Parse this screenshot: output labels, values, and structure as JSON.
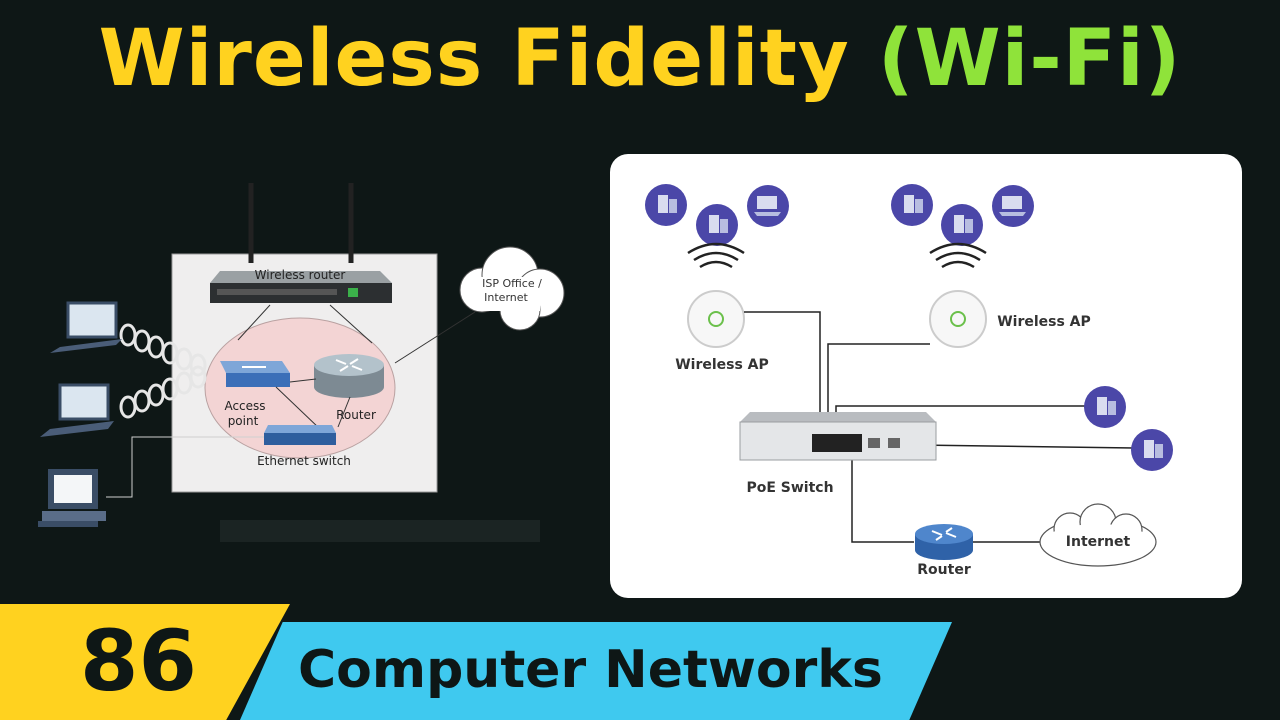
{
  "title": {
    "main": "Wireless Fidelity",
    "abbr": "(Wi-Fi)"
  },
  "left_diagram": {
    "router_label": "Wireless router",
    "cloud_label_line1": "ISP Office /",
    "cloud_label_line2": "Internet",
    "access_point_line1": "Access",
    "access_point_line2": "point",
    "inner_router_label": "Router",
    "switch_label": "Ethernet switch"
  },
  "right_diagram": {
    "ap_left_label": "Wireless AP",
    "ap_right_label": "Wireless AP",
    "switch_label": "PoE Switch",
    "router_label": "Router",
    "internet_label": "Internet"
  },
  "footer": {
    "number": "86",
    "course": "Computer Networks"
  },
  "colors": {
    "title_yellow": "#ffd21f",
    "title_green": "#8fe33a",
    "banner_cyan": "#3fc9ef",
    "background": "#0e1716"
  }
}
